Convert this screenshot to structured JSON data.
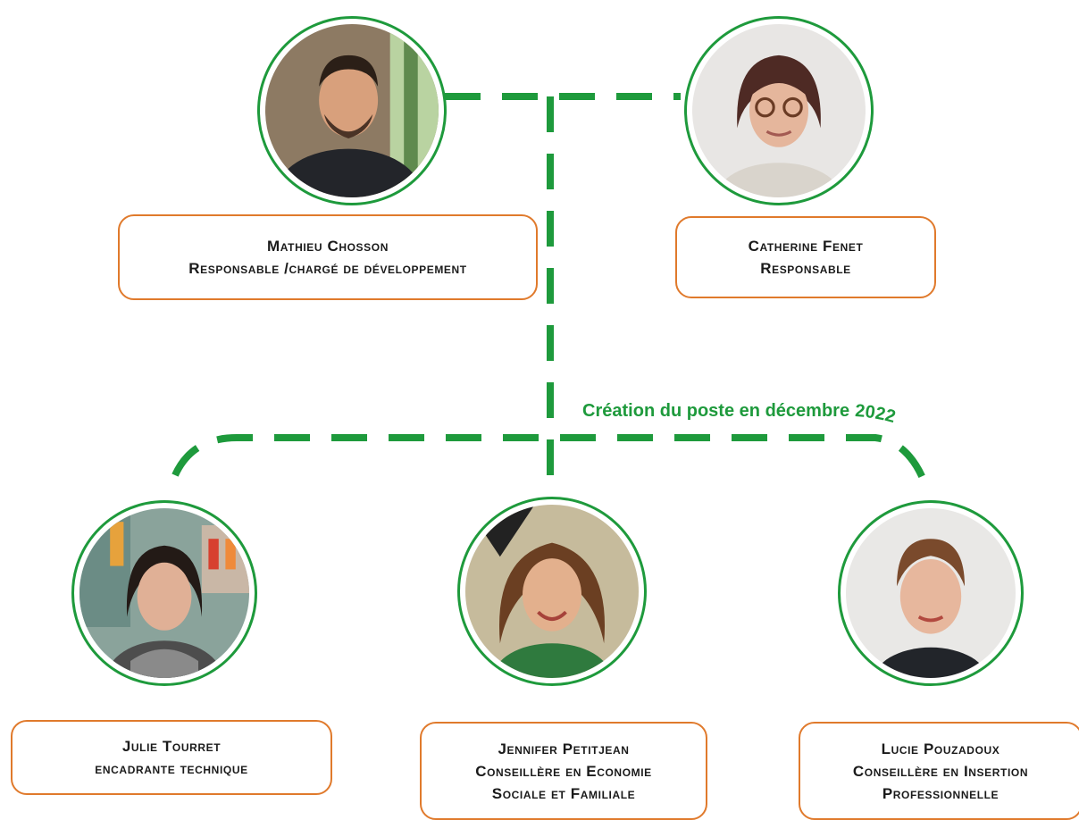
{
  "colors": {
    "accent": "#1e9a3c",
    "card_border": "#e07a2c",
    "text": "#1a1a1a"
  },
  "annotation": "Création du poste en décembre 2022",
  "people": {
    "mathieu": {
      "name": "Mathieu Chosson",
      "role": "Responsable /chargé de développement"
    },
    "catherine": {
      "name": "Catherine Fenet",
      "role": "Responsable"
    },
    "julie": {
      "name": "Julie Tourret",
      "role": "encadrante technique"
    },
    "jennifer": {
      "name": "Jennifer Petitjean",
      "role_line1": "Conseillère en Economie",
      "role_line2": "Sociale et Familiale"
    },
    "lucie": {
      "name": "Lucie Pouzadoux",
      "role_line1": "Conseillère en Insertion",
      "role_line2": "Professionnelle"
    }
  }
}
